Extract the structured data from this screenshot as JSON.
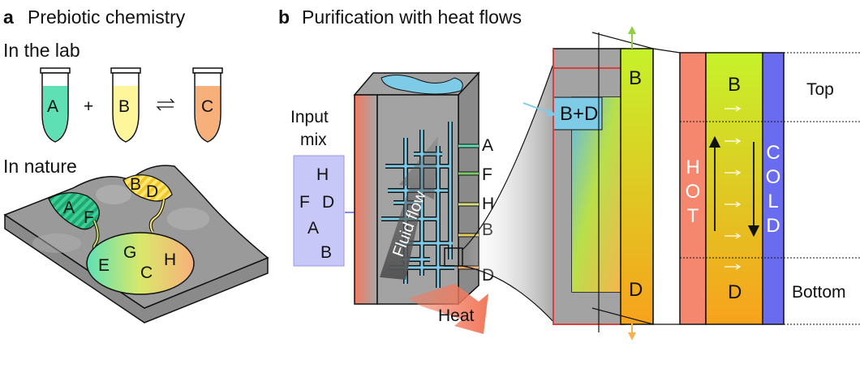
{
  "panel_a": {
    "letter": "a",
    "title": "Prebiotic chemistry",
    "lab_label": "In the lab",
    "tubes": [
      "A",
      "B",
      "C"
    ],
    "plus": "+",
    "nature_label": "In nature",
    "pool_letters": [
      "A",
      "F",
      "B",
      "D",
      "G",
      "E",
      "C",
      "H"
    ],
    "colors": {
      "tube_a": "#5ee0b4",
      "tube_b": "#fff59a",
      "tube_c": "#f8b07a",
      "surface": "#9a9a9a"
    }
  },
  "panel_b": {
    "letter": "b",
    "title": "Purification with heat flows",
    "input_label_1": "Input",
    "input_label_2": "mix",
    "input_letters": [
      "H",
      "F",
      "D",
      "A",
      "B"
    ],
    "outlets": [
      "A",
      "F",
      "H",
      "B",
      "D"
    ],
    "fluid_flow": "Fluid flow",
    "heat": "Heat",
    "zoom_top": "B",
    "zoom_inlet": "B+D",
    "zoom_bottom": "D",
    "channel_top": "B",
    "channel_bottom": "D",
    "hot": [
      "H",
      "O",
      "T"
    ],
    "cold": [
      "C",
      "O",
      "L",
      "D"
    ],
    "top_label": "Top",
    "bottom_label": "Bottom",
    "colors": {
      "hot": "#f4876d",
      "cold": "#6a6cf0",
      "fluid": "#7ecbe8",
      "gradient_top": "#c6f22a",
      "gradient_bottom": "#f8a21c"
    }
  }
}
